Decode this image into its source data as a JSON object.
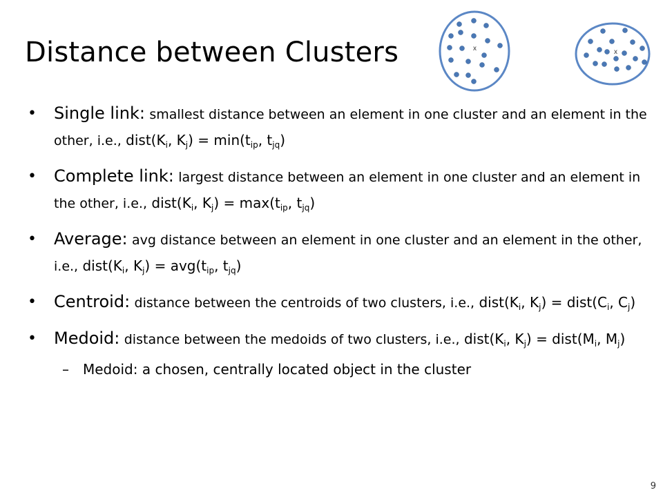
{
  "slide": {
    "title": "Distance between Clusters",
    "page_number": "9"
  },
  "figure": {
    "cluster_a_mark": "x",
    "cluster_b_mark": "x",
    "outline_color": "#5b87c5",
    "point_color": "#4a78b5"
  },
  "bullets": [
    {
      "term": "Single link:",
      "desc": "smallest distance between an element in one cluster and an element in the other, i.e.,",
      "formula": {
        "lhs_fn": "dist(K",
        "i": "i",
        "mid": ", K",
        "j": "j",
        "eq": ") = min(t",
        "s1": "ip",
        "sep": ", t",
        "s2": "jq",
        "end": ")"
      }
    },
    {
      "term": "Complete link:",
      "desc": "largest distance between an element in one cluster and an element in the other, i.e.,",
      "formula": {
        "lhs_fn": "dist(K",
        "i": "i",
        "mid": ", K",
        "j": "j",
        "eq": ") = max(t",
        "s1": "ip",
        "sep": ", t",
        "s2": "jq",
        "end": ")"
      }
    },
    {
      "term": "Average:",
      "desc": "avg distance between an element in one cluster and an element in the other, i.e.,",
      "formula": {
        "lhs_fn": "dist(K",
        "i": "i",
        "mid": ", K",
        "j": "j",
        "eq": ") = avg(t",
        "s1": "ip",
        "sep": ", t",
        "s2": "jq",
        "end": ")"
      }
    },
    {
      "term": "Centroid:",
      "desc": "distance between the centroids of two clusters, i.e.,",
      "formula": {
        "lhs_fn": "dist(K",
        "i": "i",
        "mid": ", K",
        "j": "j",
        "eq": ") = dist(C",
        "s1": "i",
        "sep": ", C",
        "s2": "j",
        "end": ")"
      }
    },
    {
      "term": "Medoid:",
      "desc": "distance between the medoids of two clusters, i.e.,",
      "formula": {
        "lhs_fn": "dist(K",
        "i": "i",
        "mid": ", K",
        "j": "j",
        "eq": ") = dist(M",
        "s1": "i",
        "sep": ", M",
        "s2": "j",
        "end": ")"
      }
    }
  ],
  "sub_bullet": "Medoid: a chosen, centrally located object in the cluster",
  "bullet_glyph": "•",
  "dash_glyph": "–"
}
